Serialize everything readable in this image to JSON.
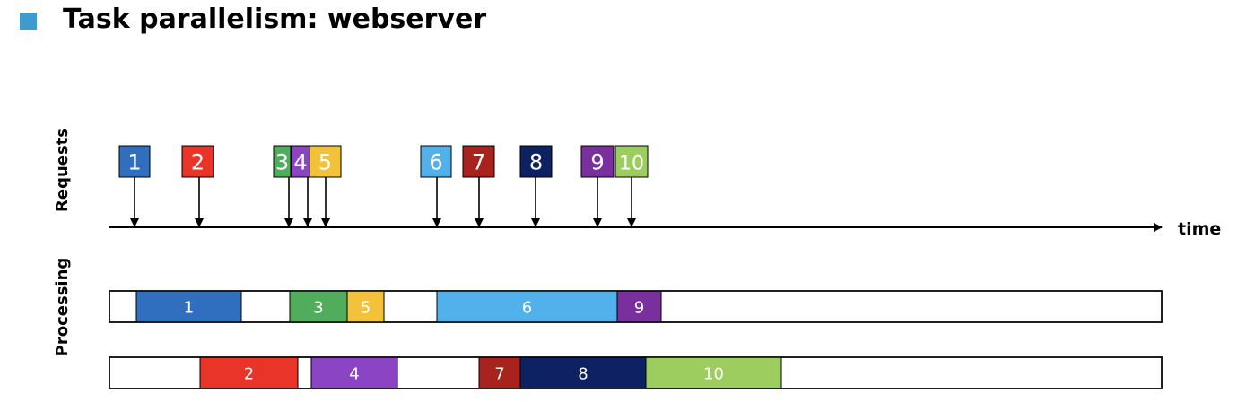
{
  "slide": {
    "title": "Task parallelism: webserver"
  },
  "diagram": {
    "requests_label": "Requests",
    "processing_label": "Processing",
    "time_label": "time",
    "requests": [
      {
        "label": "1",
        "color": "#2f6fbe",
        "text_color": "#ffffff"
      },
      {
        "label": "2",
        "color": "#e9342a",
        "text_color": "#ffffff"
      },
      {
        "label": "3",
        "color": "#4fad5b",
        "text_color": "#ffffff"
      },
      {
        "label": "4",
        "color": "#8a44c4",
        "text_color": "#ffffff"
      },
      {
        "label": "5",
        "color": "#f3c13a",
        "text_color": "#ffffff"
      },
      {
        "label": "6",
        "color": "#52b0ea",
        "text_color": "#ffffff"
      },
      {
        "label": "7",
        "color": "#a8231d",
        "text_color": "#ffffff"
      },
      {
        "label": "8",
        "color": "#0e2162",
        "text_color": "#ffffff"
      },
      {
        "label": "9",
        "color": "#7a2f9f",
        "text_color": "#ffffff"
      },
      {
        "label": "10",
        "color": "#9ccd5e",
        "text_color": "#ffffff"
      }
    ],
    "lanes": [
      {
        "segments": [
          {
            "label": "1",
            "color": "#2f6fbe"
          },
          {
            "label": "3",
            "color": "#4fad5b"
          },
          {
            "label": "5",
            "color": "#f3c13a"
          },
          {
            "label": "6",
            "color": "#52b0ea"
          },
          {
            "label": "9",
            "color": "#7a2f9f"
          }
        ]
      },
      {
        "segments": [
          {
            "label": "2",
            "color": "#e9342a"
          },
          {
            "label": "4",
            "color": "#8a44c4"
          },
          {
            "label": "7",
            "color": "#a8231d"
          },
          {
            "label": "8",
            "color": "#0e2162"
          },
          {
            "label": "10",
            "color": "#9ccd5e"
          }
        ]
      }
    ]
  }
}
